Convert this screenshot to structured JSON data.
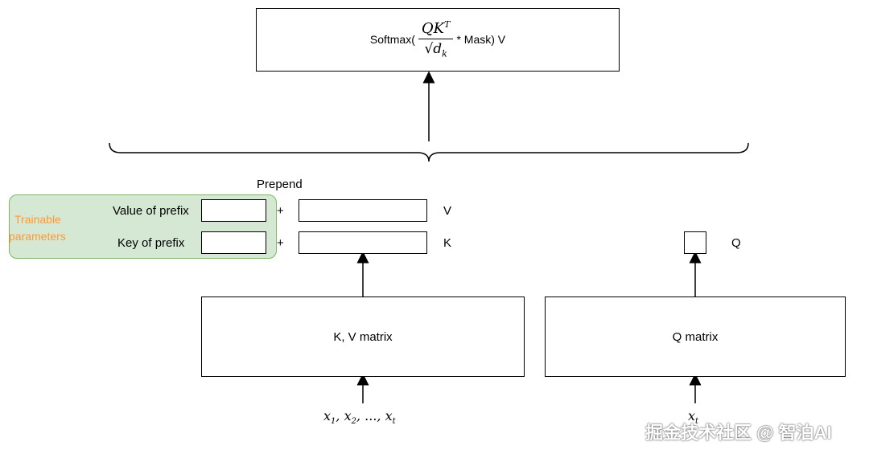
{
  "formula": {
    "prefix": "Softmax(",
    "numerator": "QK",
    "numerator_sup": "T",
    "denominator": "√d",
    "denominator_sub": "k",
    "suffix": " * Mask) V"
  },
  "prepend_label": "Prepend",
  "trainable": {
    "label_line1": "Trainable",
    "label_line2": "parameters",
    "value_label": "Value of prefix",
    "key_label": "Key of prefix",
    "color": "#ff9933",
    "fill": "#d5e8d4",
    "border": "#82b366"
  },
  "plus_v": "+",
  "plus_k": "+",
  "v_label": "V",
  "k_label": "K",
  "q_label": "Q",
  "kv_matrix_label": "K, V matrix",
  "q_matrix_label": "Q matrix",
  "kv_input": {
    "x1": "x",
    "x1_sub": "1",
    "x2": "x",
    "x2_sub": "2",
    "dots": "...",
    "xt": "x",
    "xt_sub": "t"
  },
  "q_input": {
    "x": "x",
    "x_sub": "t"
  },
  "watermark": "掘金技术社区 @ 智泊AI"
}
